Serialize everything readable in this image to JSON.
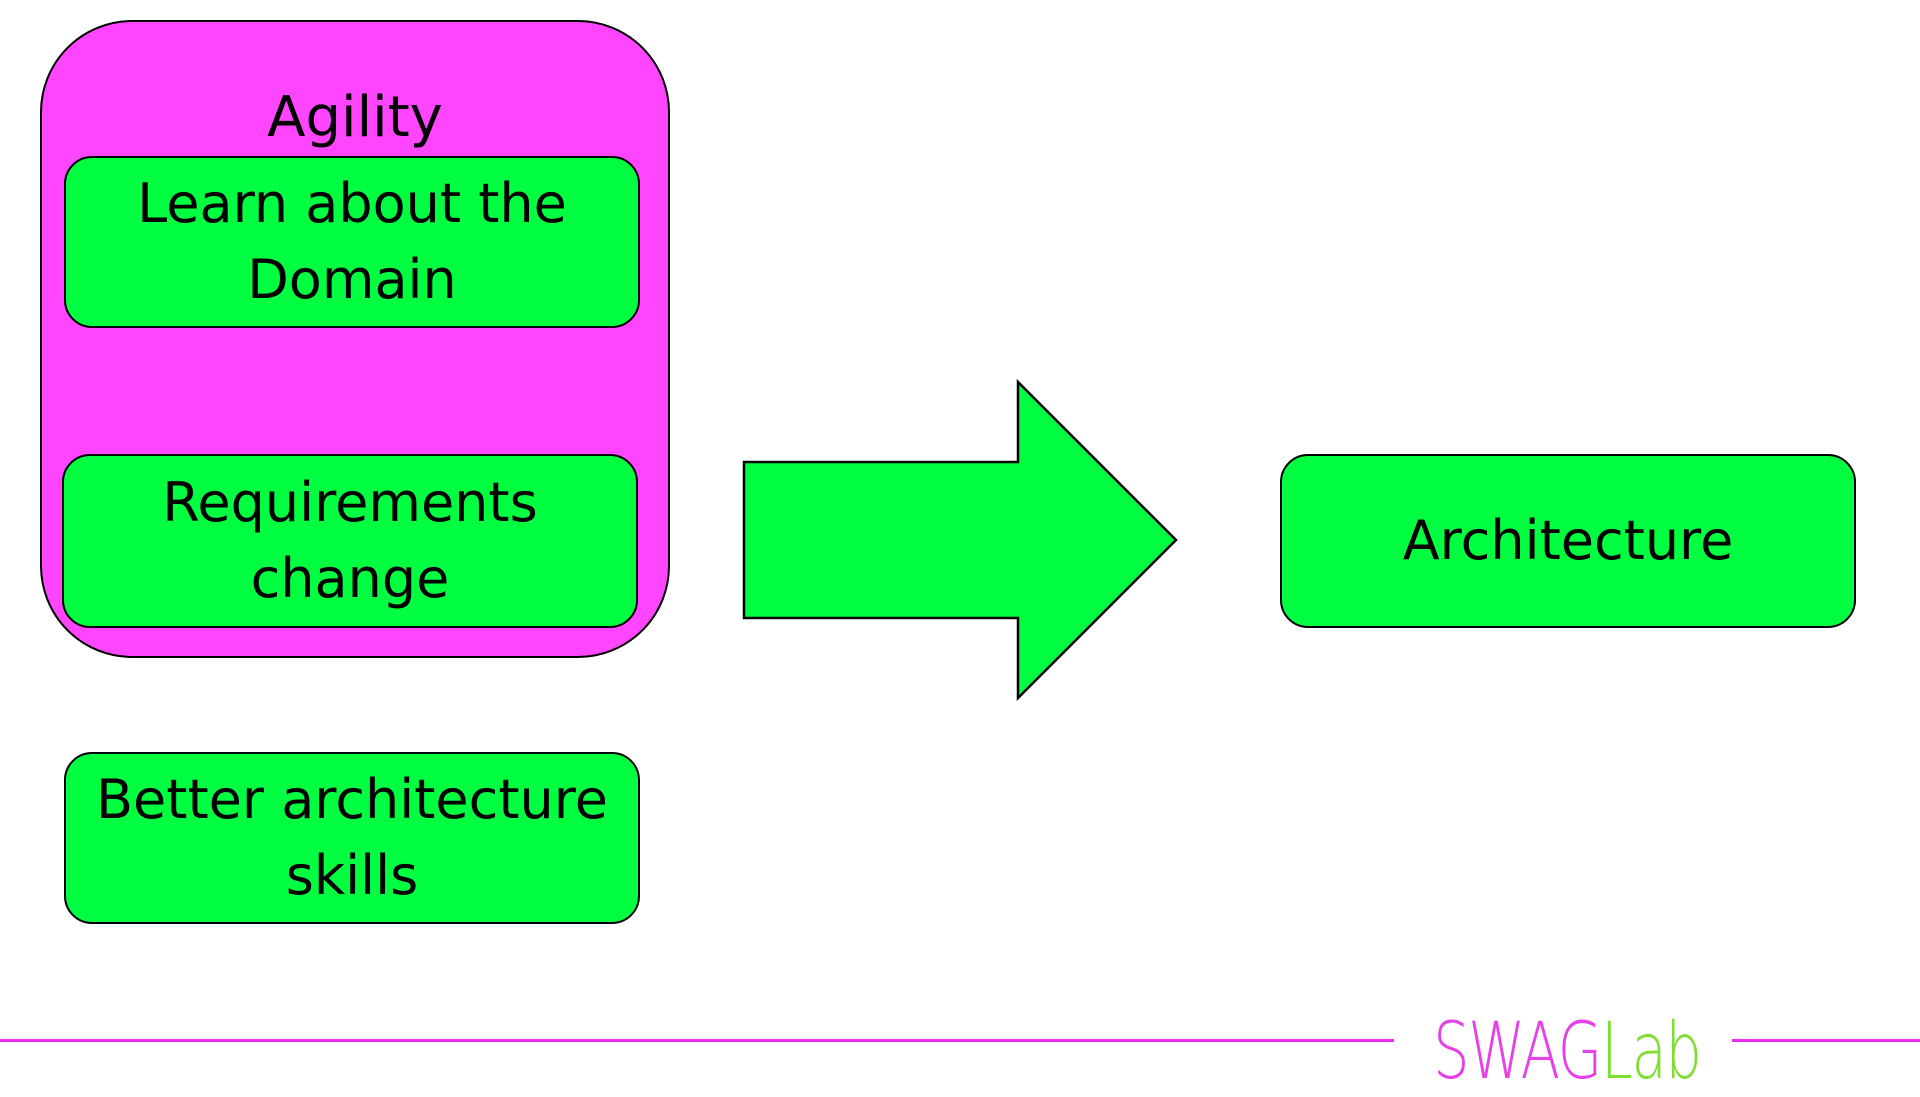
{
  "agility": {
    "title": "Agility",
    "items": [
      {
        "label_line1": "Learn about the",
        "label_line2": "Domain"
      },
      {
        "label_line1": "Requirements",
        "label_line2": "change"
      }
    ]
  },
  "skills_box": {
    "label_line1": "Better architecture",
    "label_line2": "skills"
  },
  "target_box": {
    "label": "Architecture"
  },
  "logo": {
    "part1": "SWAG",
    "part2": "Lab"
  },
  "colors": {
    "container": "#ff45ff",
    "box_fill": "#00ff40",
    "stroke": "#000000",
    "logo_part1": "#e640e6",
    "logo_part2": "#80dd33",
    "footer_line": "#ef2cf4"
  }
}
